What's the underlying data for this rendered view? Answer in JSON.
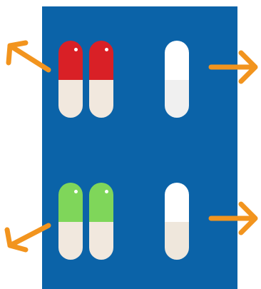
{
  "colors": {
    "panel": "#0b63a8",
    "arrow": "#f2941e",
    "red_cap": "#d92026",
    "green_cap": "#7fd65a",
    "cream_body": "#f1e8de",
    "white_top": "#ffffff",
    "white_bottom": "#f0f0f0",
    "white_bottom_lower": "#efe7dc",
    "shine": "#ffffff"
  },
  "groups": [
    {
      "name": "red-pair",
      "capsules": 2,
      "top_color": "red_cap",
      "bottom_color": "cream_body",
      "arrow": "left"
    },
    {
      "name": "white-single-top",
      "capsules": 1,
      "top_color": "white_top",
      "bottom_color": "white_bottom",
      "arrow": "right"
    },
    {
      "name": "green-pair",
      "capsules": 2,
      "top_color": "green_cap",
      "bottom_color": "cream_body",
      "arrow": "left"
    },
    {
      "name": "white-single-bottom",
      "capsules": 1,
      "top_color": "white_top",
      "bottom_color": "white_bottom_lower",
      "arrow": "right"
    }
  ],
  "icons": {
    "capsule": "capsule-icon",
    "arrow_left": "arrow-up-left-icon",
    "arrow_right": "arrow-right-icon"
  }
}
